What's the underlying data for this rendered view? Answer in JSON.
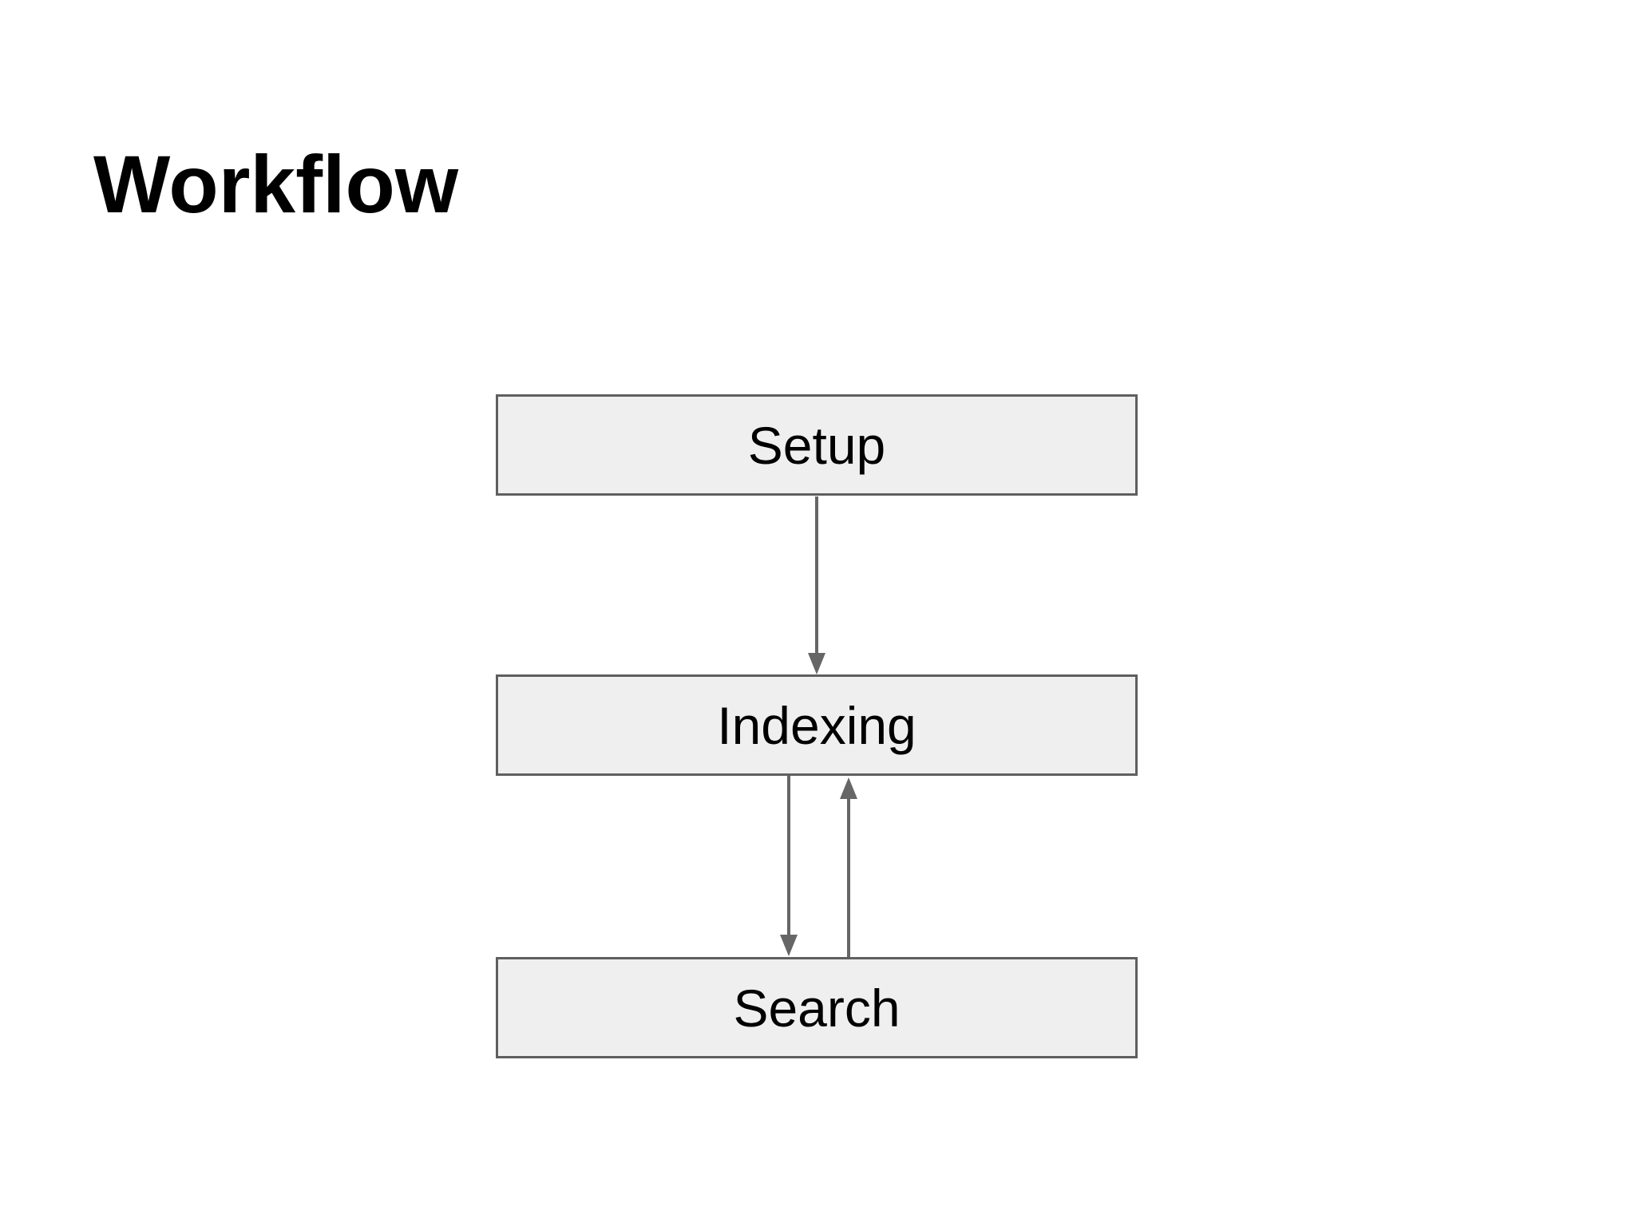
{
  "slide": {
    "title": "Workflow",
    "background_color": "#ffffff"
  },
  "diagram": {
    "nodes": [
      {
        "id": "setup",
        "label": "Setup"
      },
      {
        "id": "indexing",
        "label": "Indexing"
      },
      {
        "id": "search",
        "label": "Search"
      }
    ],
    "edges": [
      {
        "from": "setup",
        "to": "indexing",
        "direction": "down"
      },
      {
        "from": "indexing",
        "to": "search",
        "direction": "down"
      },
      {
        "from": "search",
        "to": "indexing",
        "direction": "up"
      }
    ],
    "colors": {
      "node_fill": "#efefef",
      "node_border": "#5f5f5f",
      "arrow": "#666666",
      "title_text": "#000000",
      "node_text": "#000000"
    }
  }
}
